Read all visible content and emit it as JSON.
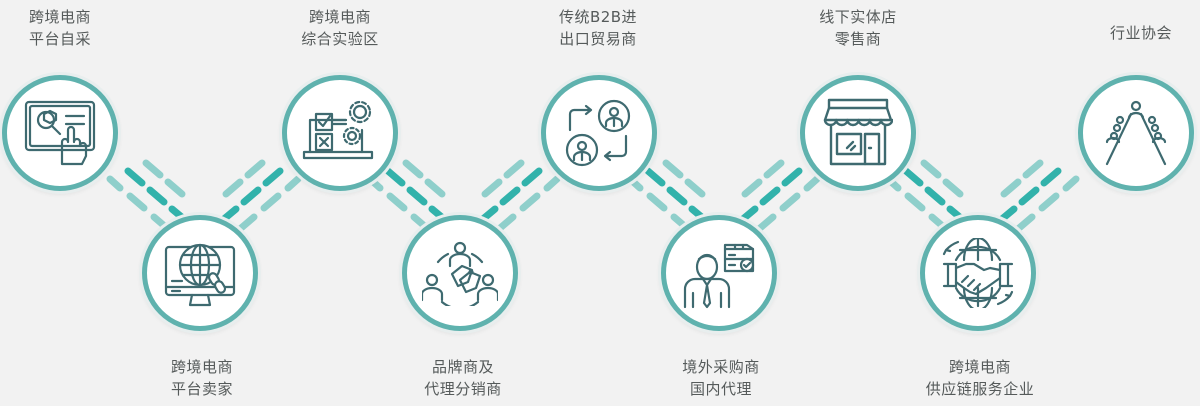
{
  "diagram": {
    "colors": {
      "background": "#f2f2f2",
      "ring": "#5fb2ae",
      "icon_stroke": "#3e6a70",
      "dash_dark": "#32b2ab",
      "dash_light": "#8fcfcb",
      "text": "#555a5a"
    },
    "nodes": [
      {
        "id": 1,
        "line1": "跨境电商",
        "line2": "平台自采",
        "position": "top",
        "icon": "touch-screen-search-box-icon"
      },
      {
        "id": 2,
        "line1": "跨境电商",
        "line2": "平台卖家",
        "position": "bottom",
        "icon": "globe-monitor-link-icon"
      },
      {
        "id": 3,
        "line1": "跨境电商",
        "line2": "综合实验区",
        "position": "top",
        "icon": "laptop-checklist-gears-icon"
      },
      {
        "id": 4,
        "line1": "品牌商及",
        "line2": "代理分销商",
        "position": "bottom",
        "icon": "people-network-tags-icon"
      },
      {
        "id": 5,
        "line1": "传统B2B进",
        "line2": "出口贸易商",
        "position": "top",
        "icon": "people-exchange-arrows-icon"
      },
      {
        "id": 6,
        "line1": "境外采购商",
        "line2": "国内代理",
        "position": "bottom",
        "icon": "agent-boxes-icon"
      },
      {
        "id": 7,
        "line1": "线下实体店",
        "line2": "零售商",
        "position": "top",
        "icon": "storefront-icon"
      },
      {
        "id": 8,
        "line1": "跨境电商",
        "line2": "供应链服务企业",
        "position": "bottom",
        "icon": "handshake-globe-icon"
      },
      {
        "id": 9,
        "line1": "行业协会",
        "line2": "",
        "position": "top",
        "icon": "association-people-icon"
      }
    ]
  }
}
